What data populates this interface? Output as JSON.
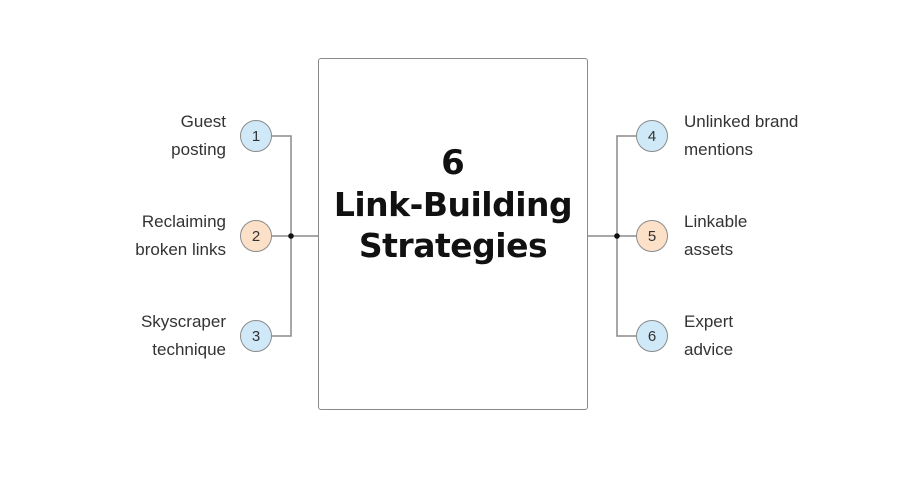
{
  "diagram": {
    "center": {
      "number": "6",
      "title_line1": "Link-Building",
      "title_line2": "Strategies"
    },
    "colors": {
      "blue": "#cfe9f8",
      "peach": "#fde0c8",
      "line": "#8a8a8a"
    },
    "left_items": [
      {
        "number": "1",
        "line1": "Guest",
        "line2": "posting",
        "color": "blue"
      },
      {
        "number": "2",
        "line1": "Reclaiming",
        "line2": "broken links",
        "color": "peach"
      },
      {
        "number": "3",
        "line1": "Skyscraper",
        "line2": "technique",
        "color": "blue"
      }
    ],
    "right_items": [
      {
        "number": "4",
        "line1": "Unlinked brand",
        "line2": "mentions",
        "color": "blue"
      },
      {
        "number": "5",
        "line1": "Linkable",
        "line2": "assets",
        "color": "peach"
      },
      {
        "number": "6",
        "line1": "Expert",
        "line2": "advice",
        "color": "blue"
      }
    ]
  }
}
